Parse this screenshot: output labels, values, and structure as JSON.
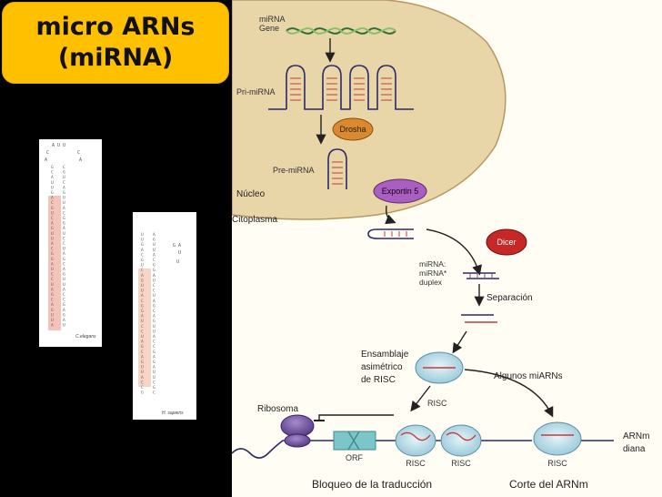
{
  "title": {
    "line1": "micro ARNs",
    "line2": "(miRNA)"
  },
  "cards": {
    "left": {
      "species": "C.elegans"
    },
    "right": {
      "species": "H. sapiens"
    }
  },
  "diagram": {
    "gene_label_1": "miRNA",
    "gene_label_2": "Gene",
    "pri_mirna": "Pri-miRNA",
    "drosha": "Drosha",
    "pre_mirna": "Pre-miRNA",
    "nucleo": "Núcleo",
    "exportin": "Exportin 5",
    "citoplasma": "Citoplasma",
    "dicer": "Dicer",
    "duplex_1": "miRNA:",
    "duplex_2": "miRNA*",
    "duplex_3": "duplex",
    "separacion": "Separación",
    "ensamblaje_1": "Ensamblaje",
    "ensamblaje_2": "asimétrico",
    "ensamblaje_3": "de RISC",
    "algunos": "Algunos miARNs",
    "risc": "RISC",
    "ribosoma": "Ribosoma",
    "orf": "ORF",
    "risc_a": "RISC",
    "risc_b": "RISC",
    "risc_c": "RISC",
    "arnm_1": "ARNm",
    "arnm_2": "diana",
    "bloqueo": "Bloqueo de la traducción",
    "corte": "Corte del ARNm"
  },
  "colors": {
    "title_bg": "#ffc000",
    "nucleus": "#e8d5a8",
    "cytoplasm": "#fffdf4",
    "drosha": "#d98a2e",
    "exportin": "#a85fc0",
    "dicer": "#c62828",
    "risc": "#bfe0ea",
    "ribosome": "#7b5aa6",
    "orf": "#7cc6c9"
  }
}
